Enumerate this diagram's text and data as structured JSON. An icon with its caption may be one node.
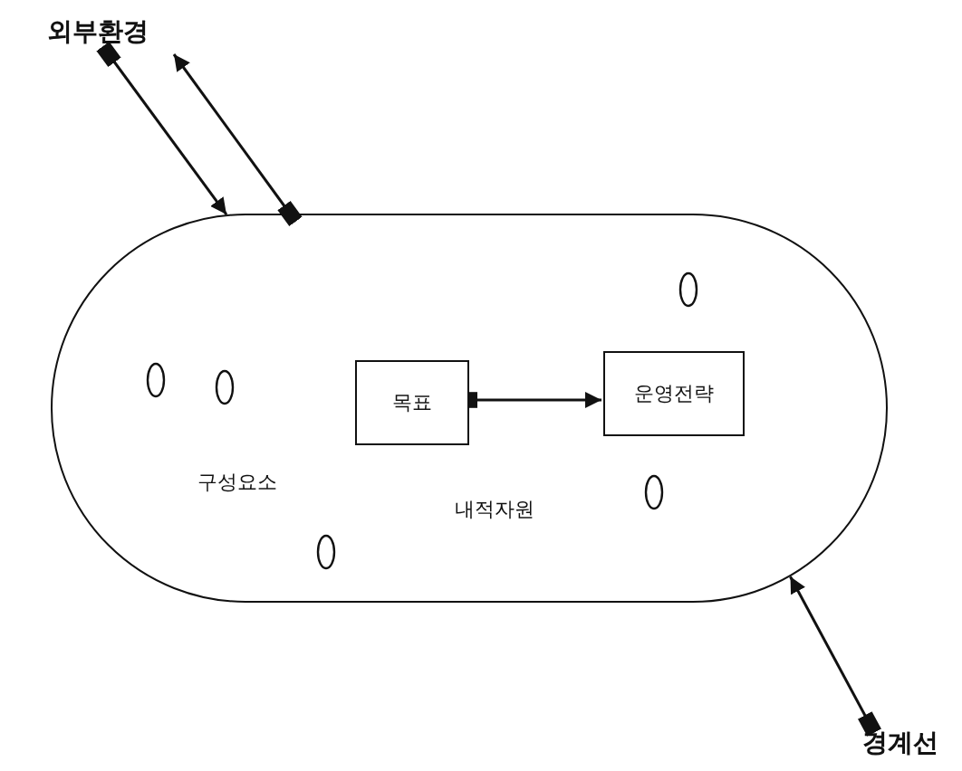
{
  "diagram": {
    "nodes": [
      {
        "text": [
          "외부환경"
        ]
      },
      {
        "text": [
          "구성요소",
          "내적자원"
        ]
      },
      {
        "text": [
          "목표"
        ],
        "in": 1
      },
      {
        "text": [
          "운영전략"
        ],
        "in": 1
      },
      {
        "text": [
          "경계선"
        ]
      }
    ],
    "edges": [
      {
        "from": 0,
        "to": 1,
        "arrow": "to"
      },
      {
        "from": 1,
        "to": 0,
        "arrow": "to"
      },
      {
        "from": 2,
        "to": 3,
        "arrow": "to"
      },
      {
        "from": 4,
        "to": 1,
        "arrow": "to"
      }
    ]
  }
}
